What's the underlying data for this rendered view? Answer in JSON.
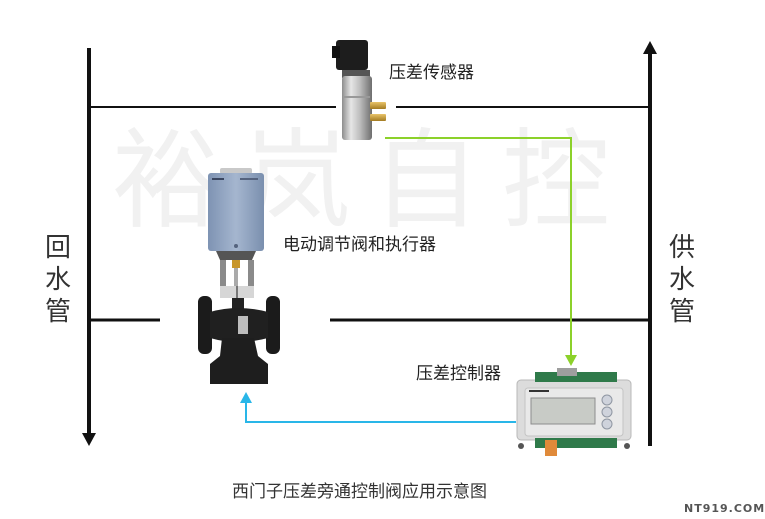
{
  "watermark": "裕岚自控",
  "labels": {
    "sensor": "压差传感器",
    "valve": "电动调节阀和执行器",
    "controller": "压差控制器",
    "return_pipe": [
      "回",
      "水",
      "管"
    ],
    "supply_pipe": [
      "供",
      "水",
      "管"
    ]
  },
  "caption": "西门子压差旁通控制阀应用示意图",
  "site": "NT919.COM",
  "colors": {
    "pipe": "#111111",
    "signal_sensor_to_controller": "#8cd12a",
    "signal_controller_to_valve": "#29b6e8",
    "watermark": "#f1f1f1"
  },
  "devices": {
    "sensor": "differential-pressure-sensor",
    "valve": "electric-control-valve-with-actuator",
    "controller": "differential-pressure-controller"
  }
}
